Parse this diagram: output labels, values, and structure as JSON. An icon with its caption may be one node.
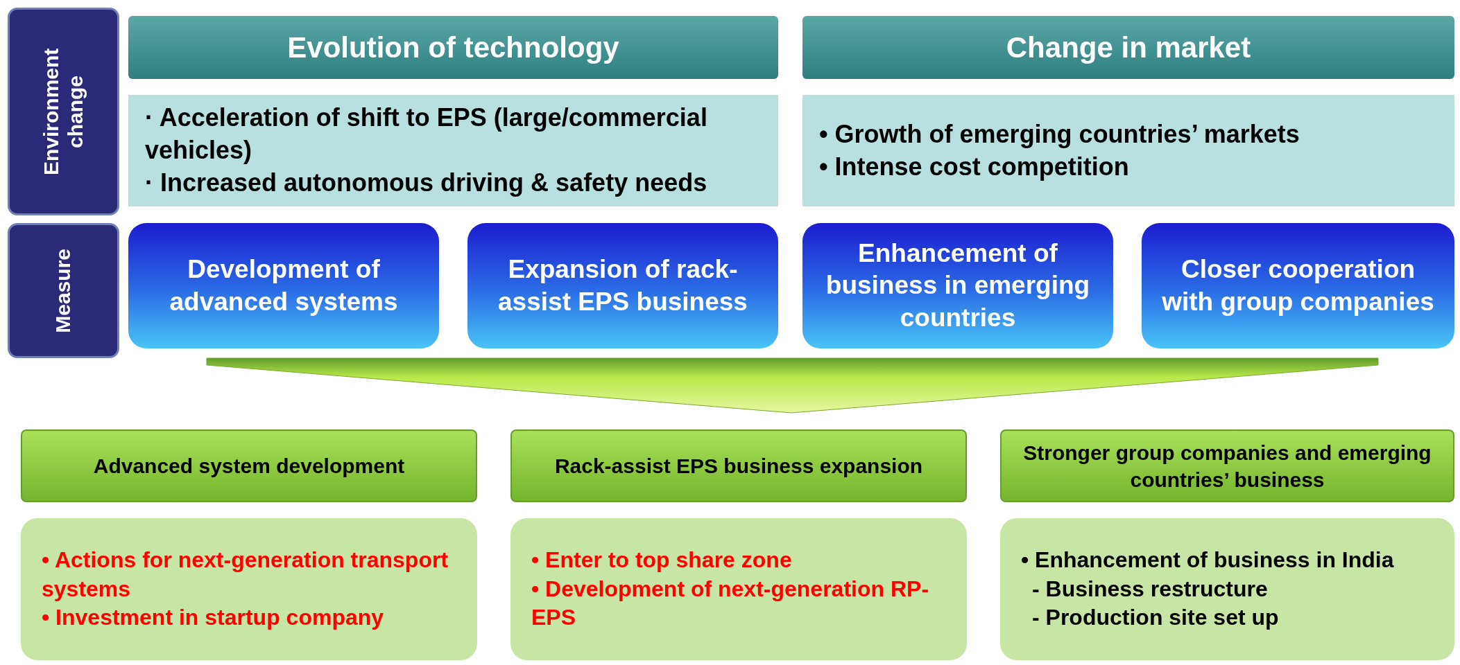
{
  "diagram": {
    "nodes": [
      {
        "text": [
          "Environment change"
        ]
      },
      {
        "text": [
          "Measure"
        ]
      },
      {
        "text": [
          "Evolution of technology"
        ]
      },
      {
        "text": [
          "· Acceleration of shift to EPS (large/commercial vehicles)",
          "· Increased autonomous driving & safety needs"
        ]
      },
      {
        "text": [
          "Change in market"
        ]
      },
      {
        "text": [
          "• Growth of emerging countries’ markets",
          "• Intense cost competition"
        ]
      },
      {
        "text": [
          "Development of advanced systems"
        ]
      },
      {
        "text": [
          "Expansion of rack-assist EPS business"
        ]
      },
      {
        "text": [
          "Enhancement of business in emerging countries"
        ]
      },
      {
        "text": [
          "Closer cooperation with group companies"
        ]
      },
      {
        "text": [
          "Advanced system development"
        ]
      },
      {
        "text": [
          "• Actions for next-generation transport systems",
          "• Investment in startup company"
        ]
      },
      {
        "text": [
          "Rack-assist EPS business expansion"
        ]
      },
      {
        "text": [
          "• Enter to top share zone",
          "• Development of next-generation RP-EPS"
        ]
      },
      {
        "text": [
          "Stronger group companies and emerging countries’ business"
        ]
      },
      {
        "text": [
          "• Enhancement of business in India",
          "- Business restructure",
          "- Production site set up"
        ]
      }
    ],
    "edges": []
  }
}
